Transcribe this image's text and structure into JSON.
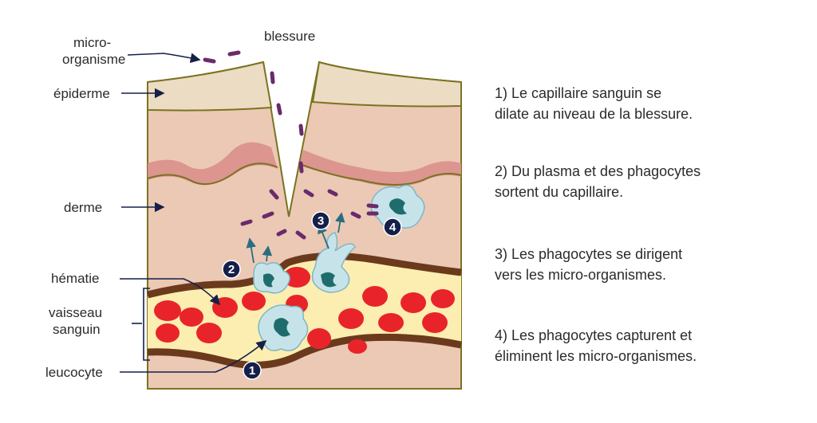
{
  "diagram": {
    "top_label": "blessure",
    "labels": {
      "micro_line1": "micro-",
      "micro_line2": "organisme",
      "epiderme": "épiderme",
      "derme": "derme",
      "hematie": "hématie",
      "vaisseau_line1": "vaisseau",
      "vaisseau_line2": "sanguin",
      "leucocyte": "leucocyte"
    },
    "badges": [
      "1",
      "2",
      "3",
      "4"
    ],
    "colors": {
      "epidermis": "#ecdcc3",
      "dermis": "#ebc9b5",
      "dermis_band": "#dc8f8c",
      "outline": "#7a7320",
      "vessel_wall": "#6b3a1d",
      "plasma": "#fbeeb0",
      "red_cell": "#e8242a",
      "phagocyte": "#c7e3ea",
      "phagocyte_nucleus": "#1e6d6c",
      "microbe": "#6a2a6b",
      "badge": "#15204a"
    }
  },
  "steps": [
    "1) Le capillaire sanguin se\ndilate au niveau de la blessure.",
    "2) Du plasma et des phagocytes\nsortent du capillaire.",
    "3) Les phagocytes se dirigent\nvers les micro-organismes.",
    "4) Les phagocytes capturent et\néliminent les micro-organismes."
  ]
}
